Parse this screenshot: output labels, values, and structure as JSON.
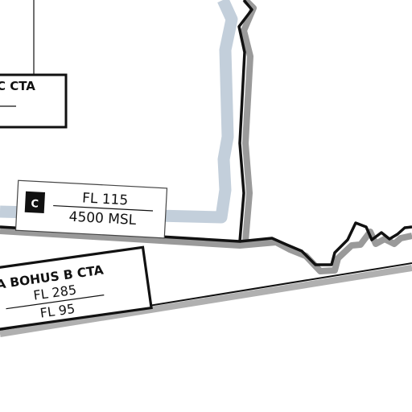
{
  "labels": {
    "top_left_box": {
      "name": "C CTA"
    },
    "class_c_box": {
      "class_letter": "C",
      "upper": "FL 115",
      "lower": "4500 MSL"
    },
    "bohus_b_box": {
      "name": "A BOHUS B CTA",
      "upper": "FL 285",
      "lower": "FL 95"
    }
  },
  "colors": {
    "boundary": "#111111",
    "boundary_shadow": "#9a9a9a",
    "airspace_band": "#c3cfdb",
    "band_edge": "#8e9aa6",
    "background": "#ffffff"
  }
}
